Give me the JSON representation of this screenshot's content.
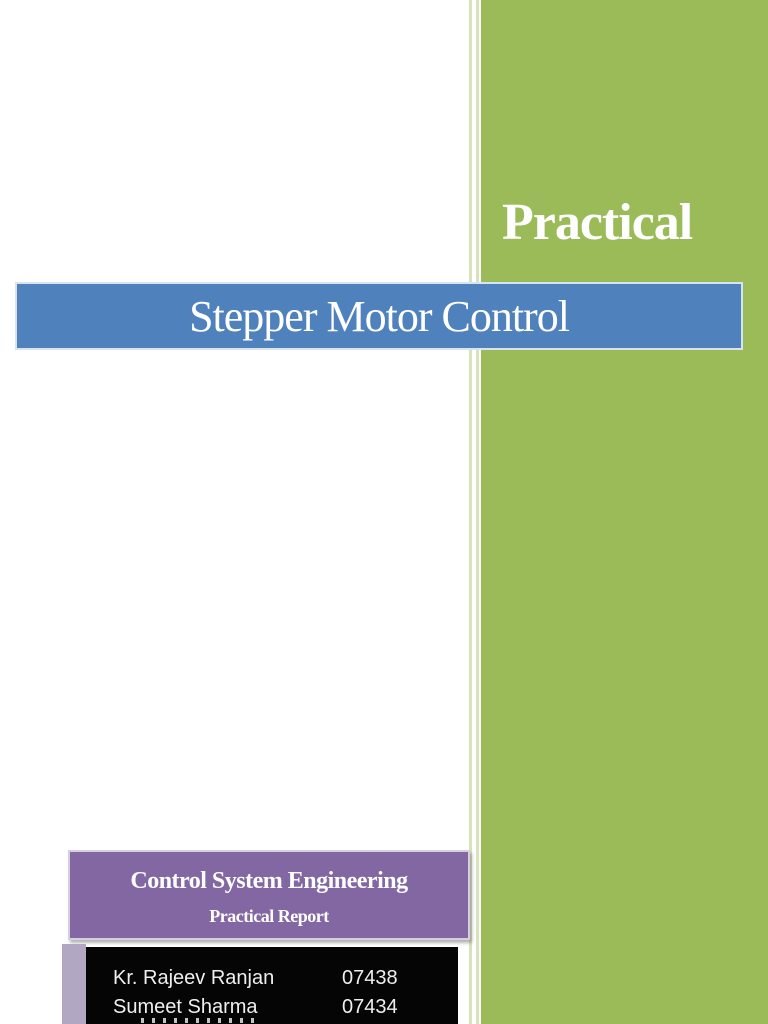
{
  "document": {
    "eyebrow": "Practical",
    "title": "Stepper Motor Control",
    "course": {
      "name": "Control System Engineering",
      "subtitle": "Practical Report"
    },
    "authors": {
      "rows": [
        {
          "name": "Kr. Rajeev Ranjan",
          "roll_no": "07438"
        },
        {
          "name": "Sumeet Sharma",
          "roll_no": "07434"
        }
      ],
      "third_row": "partially visible, cut off at page bottom"
    }
  },
  "colors": {
    "band_green": "#9bbb59",
    "stripe_green": "#d6e3bc",
    "banner_blue": "#4f81bd",
    "banner_border": "#d9e3f0",
    "box_purple": "#8267a3",
    "box_purple_border": "#d6cfe2",
    "strip_lavender": "#b2a7c2",
    "roster_black": "#050505",
    "text_white": "#ffffff"
  }
}
